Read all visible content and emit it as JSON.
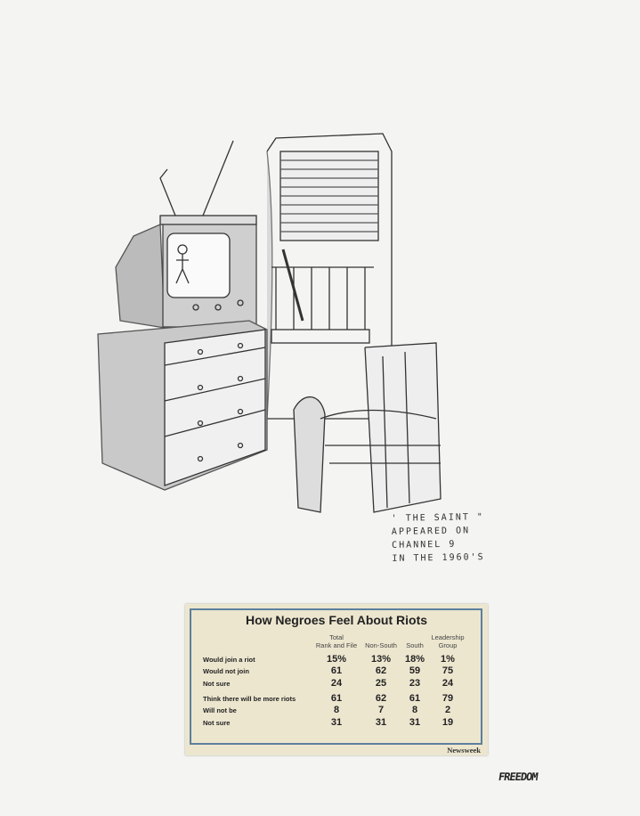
{
  "note": {
    "lines": [
      "' THE SAINT \"",
      "APPEARED ON",
      "CHANNEL 9",
      "IN THE 1960'S"
    ]
  },
  "clipping": {
    "title": "How Negroes Feel About Riots",
    "columns": [
      "Total\nRank and File",
      "Non-South",
      "South",
      "Leadership\nGroup"
    ],
    "rows": [
      {
        "label": "Would join a riot",
        "values": [
          "15%",
          "13%",
          "18%",
          "1%"
        ]
      },
      {
        "label": "Would not join",
        "values": [
          "61",
          "62",
          "59",
          "75"
        ]
      },
      {
        "label": "Not sure",
        "values": [
          "24",
          "25",
          "23",
          "24"
        ]
      },
      {
        "label": "Think there will be more riots",
        "values": [
          "61",
          "62",
          "61",
          "79"
        ]
      },
      {
        "label": "Will not be",
        "values": [
          "8",
          "7",
          "8",
          "2"
        ]
      },
      {
        "label": "Not sure",
        "values": [
          "31",
          "31",
          "31",
          "19"
        ]
      }
    ],
    "source": "Newsweek"
  },
  "signature": "FREEDOM"
}
